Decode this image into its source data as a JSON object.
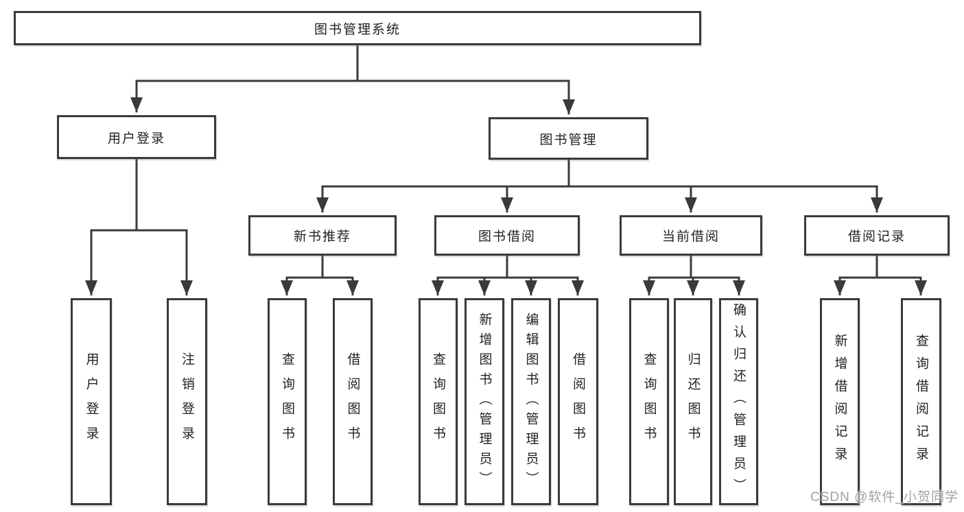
{
  "colors": {
    "line": "#3a3a3a",
    "text": "#222222",
    "box_background": "#ffffff",
    "watermark": "#a0a0a0",
    "background": "#ffffff"
  },
  "watermark": {
    "text": "CSDN @软件_小贺同学"
  },
  "diagram": {
    "root": {
      "label": "图书管理系统"
    },
    "level2": [
      {
        "id": "user-login",
        "label": "用户登录"
      },
      {
        "id": "book-management",
        "label": "图书管理"
      }
    ],
    "level3": [
      {
        "id": "new-book-recommend",
        "label": "新书推荐"
      },
      {
        "id": "book-borrow",
        "label": "图书借阅"
      },
      {
        "id": "current-borrow",
        "label": "当前借阅"
      },
      {
        "id": "borrow-records",
        "label": "借阅记录"
      }
    ],
    "leaves": {
      "user_login": [
        "用户登录",
        "注销登录"
      ],
      "new_book_recommend": [
        "查询图书",
        "借阅图书"
      ],
      "book_borrow": [
        "查询图书",
        "新增图书（管理员）",
        "编辑图书（管理员）",
        "借阅图书"
      ],
      "current_borrow": [
        "查询图书",
        "归还图书",
        "确认归还（管理员）"
      ],
      "borrow_records": [
        "新增借阅记录",
        "查询借阅记录"
      ]
    }
  }
}
